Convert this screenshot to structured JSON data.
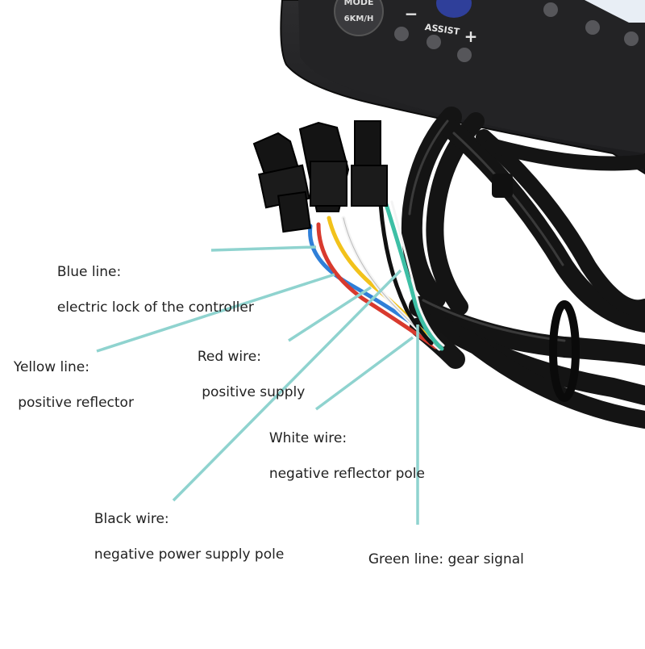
{
  "display": {
    "mode_label": "MODE",
    "speed_label": "6KM/H",
    "minus_label": "−",
    "assist_label": "ASSIST",
    "plus_label": "+"
  },
  "colors": {
    "pointer": "#8fd3cf",
    "cable": "#161616",
    "blue": "#2f7fd8",
    "yellow": "#f2c21b",
    "red": "#d83a2e",
    "white": "#f4f4f4",
    "black": "#111111",
    "green": "#3dbfa5"
  },
  "labels": {
    "blue_title": "Blue line:",
    "blue_desc": "electric lock of the controller",
    "yellow_title": "Yellow line:",
    "yellow_desc": " positive reflector",
    "red_title": "Red wire:",
    "red_desc": " positive supply",
    "white_title": "White wire:",
    "white_desc": "negative reflector pole",
    "black_title": "Black wire:",
    "black_desc": "negative power supply pole",
    "green_title": "Green line: gear signal"
  }
}
